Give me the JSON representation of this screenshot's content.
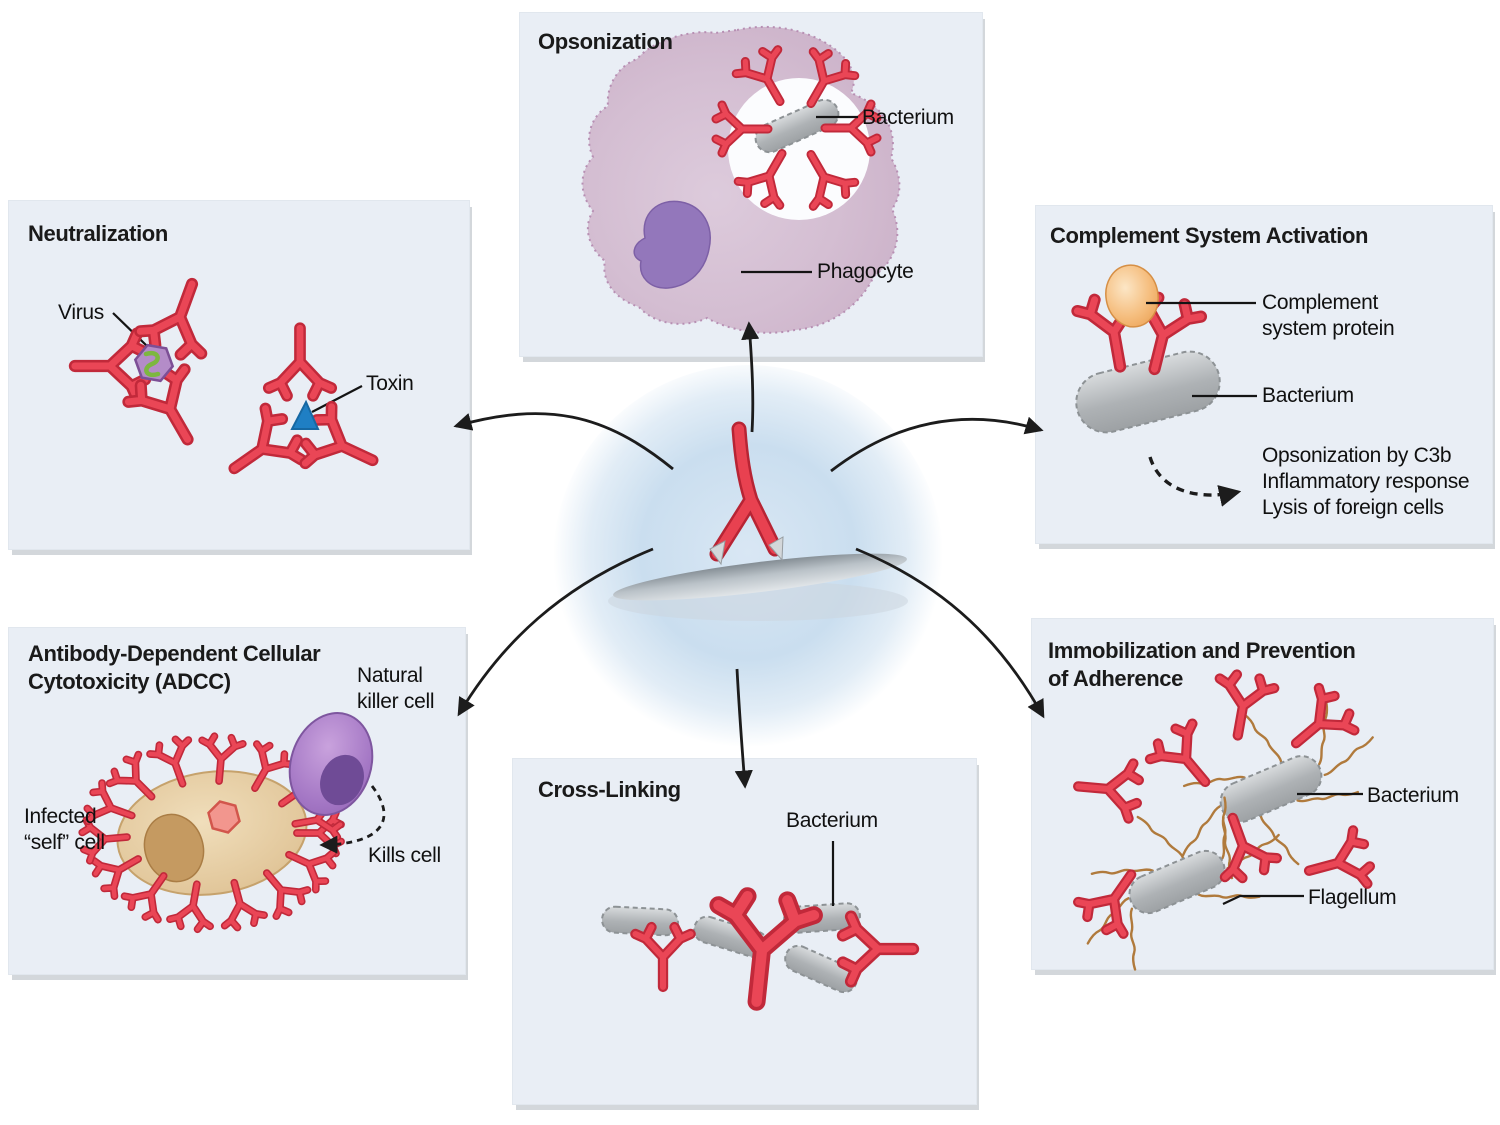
{
  "panels": {
    "neutralization": {
      "title": "Neutralization",
      "labels": {
        "virus": "Virus",
        "toxin": "Toxin"
      }
    },
    "opsonization": {
      "title": "Opsonization",
      "labels": {
        "bacterium": "Bacterium",
        "phagocyte": "Phagocyte"
      }
    },
    "complement": {
      "title": "Complement System Activation",
      "labels": {
        "protein": "Complement\nsystem protein",
        "bacterium": "Bacterium",
        "effects": "Opsonization by C3b\nInflammatory response\nLysis of foreign cells"
      }
    },
    "adcc": {
      "title": "Antibody-Dependent Cellular\nCytotoxicity (ADCC)",
      "labels": {
        "nk": "Natural\nkiller cell",
        "infected": "Infected\n“self” cell",
        "kills": "Kills cell"
      }
    },
    "crosslinking": {
      "title": "Cross-Linking",
      "labels": {
        "bacterium": "Bacterium"
      }
    },
    "immobilization": {
      "title": "Immobilization and Prevention\nof Adherence",
      "labels": {
        "bacterium": "Bacterium",
        "flagellum": "Flagellum"
      }
    }
  },
  "colors": {
    "panel_bg": "#e9eef5",
    "antibody_red": "#ea4656",
    "antibody_red_dark": "#c1293a",
    "bacterium_gray": "#aeb2b5",
    "phagocyte_pink": "#d6c0d4",
    "phagocyte_nucleus": "#9377bb",
    "nk_purple": "#a376c4",
    "infected_tan": "#e2c79b",
    "complement_orange": "#f5bd7d",
    "toxin_blue": "#1f7fc4",
    "virus_purple": "#b48cc8",
    "virus_green": "#7db740",
    "flagellum_brown": "#b07a3c",
    "arrow_black": "#1c1c1c",
    "center_glow_blue": "#cadeef"
  }
}
